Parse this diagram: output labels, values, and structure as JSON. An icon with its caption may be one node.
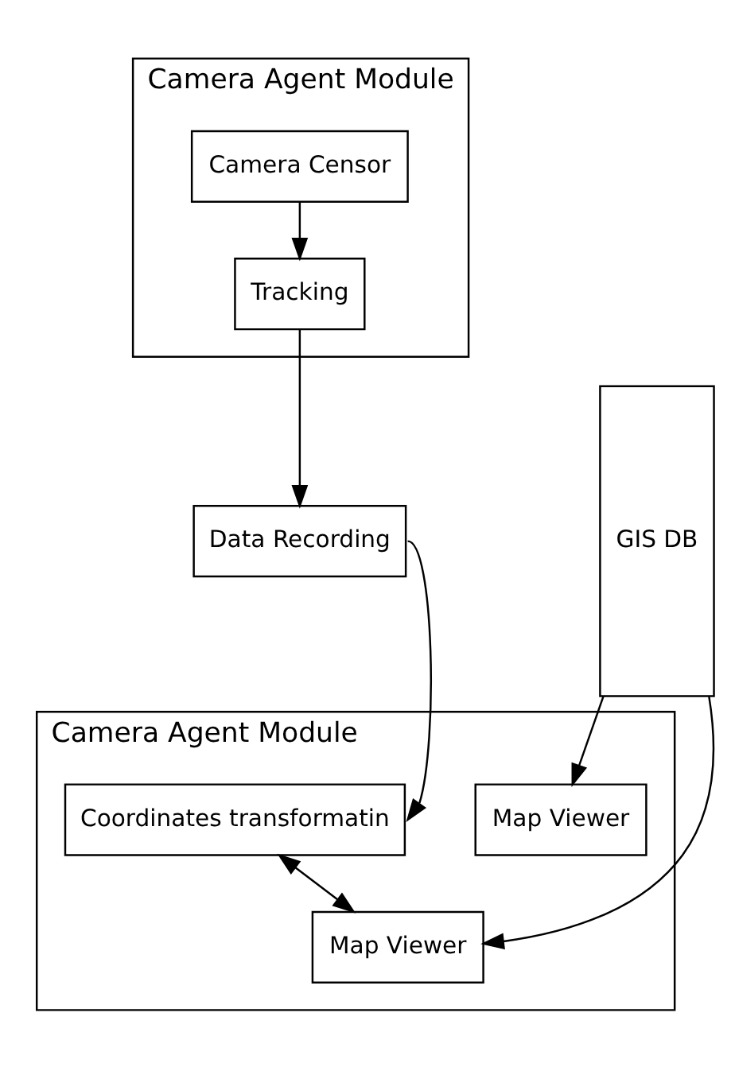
{
  "diagram": {
    "nodes": [
      {
        "text": [
          "Camera Agent Module"
        ]
      },
      {
        "text": [
          "Camera Censor"
        ],
        "in": 0
      },
      {
        "text": [
          "Tracking"
        ],
        "in": 0
      },
      {
        "text": [
          "Data Recording"
        ]
      },
      {
        "text": [
          "Camera Agent Module"
        ]
      },
      {
        "text": [
          "Map Viewer"
        ],
        "in": 4
      },
      {
        "text": [
          "Coordinates transformatin"
        ],
        "in": 4
      },
      {
        "text": [
          "Map Viewer"
        ],
        "in": 4
      },
      {
        "text": [
          "GIS DB"
        ]
      }
    ],
    "edges": [
      {
        "from": 1,
        "to": 2,
        "arrow": "to"
      },
      {
        "from": 2,
        "to": 3,
        "arrow": "to"
      },
      {
        "from": 3,
        "to": 6,
        "arrow": "to"
      },
      {
        "from": 8,
        "to": 5,
        "arrow": "to"
      },
      {
        "from": 8,
        "to": 7,
        "arrow": "to"
      },
      {
        "from": 6,
        "to": 7,
        "arrow": "both"
      }
    ]
  }
}
